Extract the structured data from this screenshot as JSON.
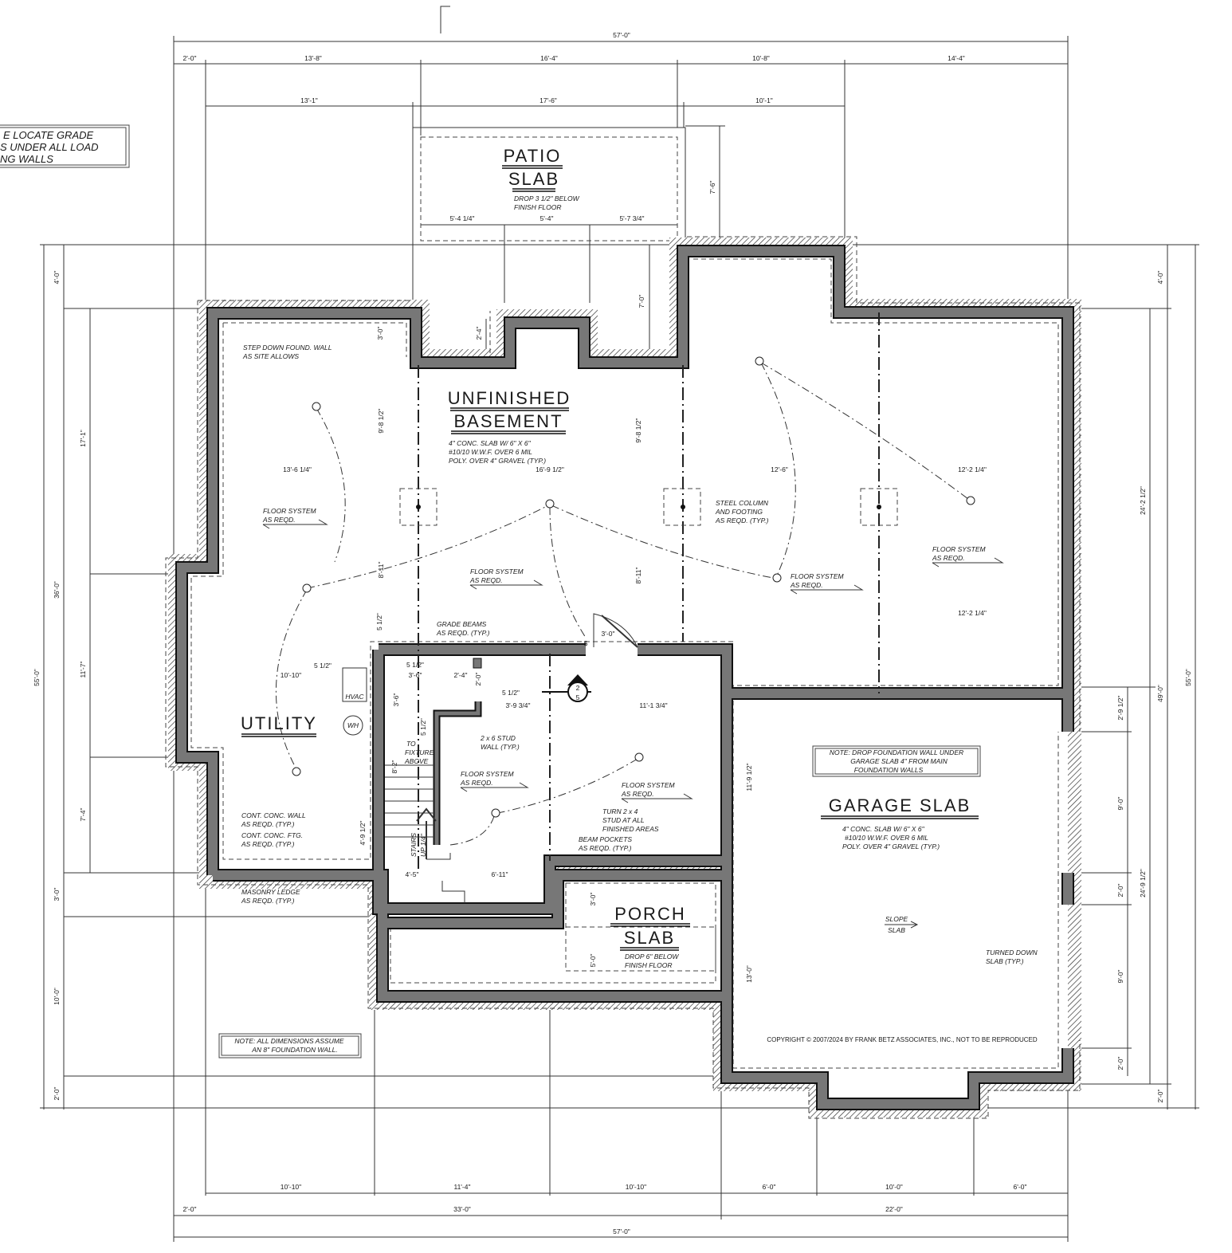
{
  "titles": {
    "patio": [
      "PATIO",
      "SLAB"
    ],
    "basement": [
      "UNFINISHED",
      "BASEMENT"
    ],
    "utility": "UTILITY",
    "porch": [
      "PORCH",
      "SLAB"
    ],
    "garage": "GARAGE SLAB"
  },
  "notes": {
    "grade_beams_box": [
      "E LOCATE GRADE",
      "S UNDER ALL LOAD",
      "NG WALLS"
    ],
    "patio_drop": [
      "DROP 3 1/2\" BELOW",
      "FINISH FLOOR"
    ],
    "basement_slab": [
      "4\" CONC. SLAB W/ 6\" X 6\"",
      "#10/10 W.W.F. OVER 6 MIL",
      "POLY. OVER 4\" GRAVEL (TYP.)"
    ],
    "garage_slab": [
      "4\" CONC. SLAB W/ 6\" X 6\"",
      "#10/10 W.W.F. OVER 6 MIL",
      "POLY. OVER 4\" GRAVEL (TYP.)"
    ],
    "porch_drop": [
      "DROP 6\" BELOW",
      "FINISH FLOOR"
    ],
    "step_down": [
      "STEP DOWN FOUND. WALL",
      "AS SITE ALLOWS"
    ],
    "floor_system": [
      "FLOOR SYSTEM",
      "AS REQD."
    ],
    "steel_column": [
      "STEEL COLUMN",
      "AND FOOTING",
      "AS REQD. (TYP.)"
    ],
    "grade_beams": [
      "GRADE BEAMS",
      "AS REQD. (TYP.)"
    ],
    "stud_wall": [
      "2 x 6 STUD",
      "WALL (TYP.)"
    ],
    "to_fixture": [
      "TO",
      "FIXTURE",
      "ABOVE"
    ],
    "stairs": [
      "STAIRS",
      "UP 1/4\""
    ],
    "turn_stud": [
      "TURN 2 x 4",
      "STUD AT ALL",
      "FINISHED AREAS"
    ],
    "beam_pockets": [
      "BEAM POCKETS",
      "AS REQD. (TYP.)"
    ],
    "cont_wall": [
      "CONT. CONC. WALL",
      "AS REQD. (TYP.)"
    ],
    "cont_ftg": [
      "CONT. CONC. FTG.",
      "AS REQD. (TYP.)"
    ],
    "masonry_ledge": [
      "MASONRY LEDGE",
      "AS REQD. (TYP.)"
    ],
    "turned_down": [
      "TURNED DOWN",
      "SLAB (TYP.)"
    ],
    "slope": [
      "SLOPE",
      "SLAB"
    ],
    "garage_drop": [
      "NOTE: DROP FOUNDATION WALL UNDER",
      "GARAGE SLAB 4\" FROM MAIN",
      "FOUNDATION WALLS"
    ],
    "dimensions_note": [
      "NOTE: ALL DIMENSIONS ASSUME",
      "AN 8\" FOUNDATION WALL."
    ],
    "hvac": "HVAC",
    "wh": "WH",
    "section_marker": [
      "2",
      "5"
    ],
    "switch": "$",
    "copyright": "COPYRIGHT © 2007/2024 BY FRANK BETZ ASSOCIATES, INC., NOT TO BE REPRODUCED"
  },
  "dims": {
    "top_overall": "57'-0\"",
    "top_row": [
      "2'-0\"",
      "13'-8\"",
      "16'-4\"",
      "10'-8\"",
      "14'-4\""
    ],
    "top_row2": [
      "13'-1\"",
      "17'-6\"",
      "10'-1\""
    ],
    "patio": [
      "5'-4 1/4\"",
      "5'-4\"",
      "5'-7 3/4\"",
      "7'-6\"",
      "7'-0\"",
      "2'-4\"",
      "3'-0\""
    ],
    "mid_row": [
      "13'-6 1/4\"",
      "16'-9 1/2\"",
      "12'-6\"",
      "12'-2 1/4\""
    ],
    "mid_vert": [
      "9'-8 1/2\"",
      "9'-8 1/2\"",
      "8'-11\"",
      "8'-11\""
    ],
    "right_lower": "12'-2 1/4\"",
    "left_outer": "55'-0\"",
    "left_mid": [
      "4'-0\"",
      "36'-0\"",
      "3'-0\"",
      "10'-0\"",
      "2'-0\""
    ],
    "left_inner": [
      "17'-1\"",
      "11'-7\"",
      "7'-4\""
    ],
    "right_outer": "55'-0\"",
    "right_mid": [
      "4'-0\"",
      "49'-0\"",
      "2'-0\""
    ],
    "right_inner": [
      "24'-2 1/2\"",
      "24'-9 1/2\""
    ],
    "right_garage": [
      "2'-9 1/2\"",
      "9'-0\"",
      "2'-0\"",
      "9'-0\"",
      "2'-0\""
    ],
    "garage_inner": [
      "11'-9 1/2\"",
      "13'-0\""
    ],
    "porch": [
      "3'-0\"",
      "5'-0\""
    ],
    "stair_area": [
      "5 1/2\"",
      "10'-10\"",
      "5 1/2\"",
      "3'-6\"",
      "2'-4\"",
      "2'-0\"",
      "5 1/2\"",
      "3'-9 3/4\"",
      "11'-1 3/4\"",
      "3'-6\"",
      "5 1/2\"",
      "8'-2\"",
      "4'-9 1/2\"",
      "4'-5\"",
      "6'-11\"",
      "3'-0\"",
      "5 1/2\""
    ],
    "bottom_row": [
      "10'-10\"",
      "11'-4\"",
      "10'-10\"",
      "6'-0\"",
      "10'-0\"",
      "6'-0\""
    ],
    "bottom_row2": [
      "2'-0\"",
      "33'-0\"",
      "22'-0\""
    ],
    "bottom_overall": "57'-0\""
  }
}
